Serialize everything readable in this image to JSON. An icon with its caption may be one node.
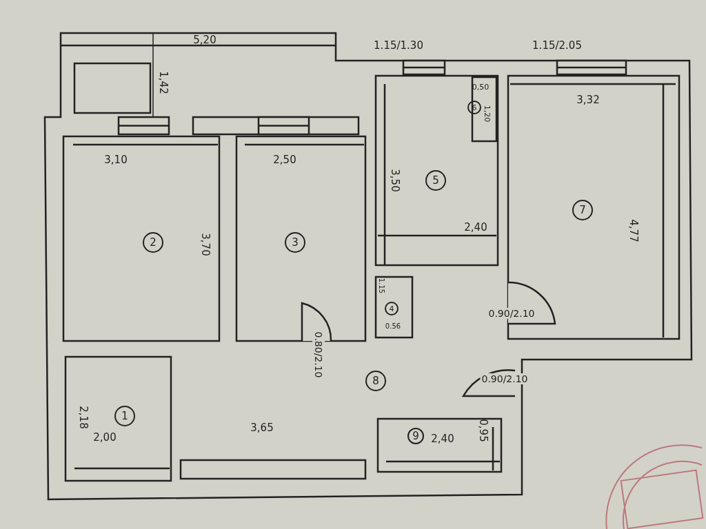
{
  "diagram": {
    "nodes": [
      {
        "text": [
          "1"
        ]
      },
      {
        "text": [
          "2"
        ]
      },
      {
        "text": [
          "3"
        ]
      },
      {
        "text": [
          "4"
        ]
      },
      {
        "text": [
          "5"
        ]
      },
      {
        "text": [
          "6"
        ]
      },
      {
        "text": [
          "7"
        ]
      },
      {
        "text": [
          "8"
        ]
      },
      {
        "text": [
          "9"
        ]
      }
    ],
    "labels": [
      "5,20",
      "1.15/1.30",
      "1.15/2.05",
      "1,42",
      "0,50",
      "1,20",
      "3,32",
      "3,10",
      "2,50",
      "3,50",
      "2,40",
      "4,77",
      "3,70",
      "1.15",
      "0.56",
      "0.90/2.10",
      "0.80/2.10",
      "0.90/2.10",
      "2,18",
      "3,65",
      "0,95",
      "2,00",
      "2,40"
    ]
  }
}
